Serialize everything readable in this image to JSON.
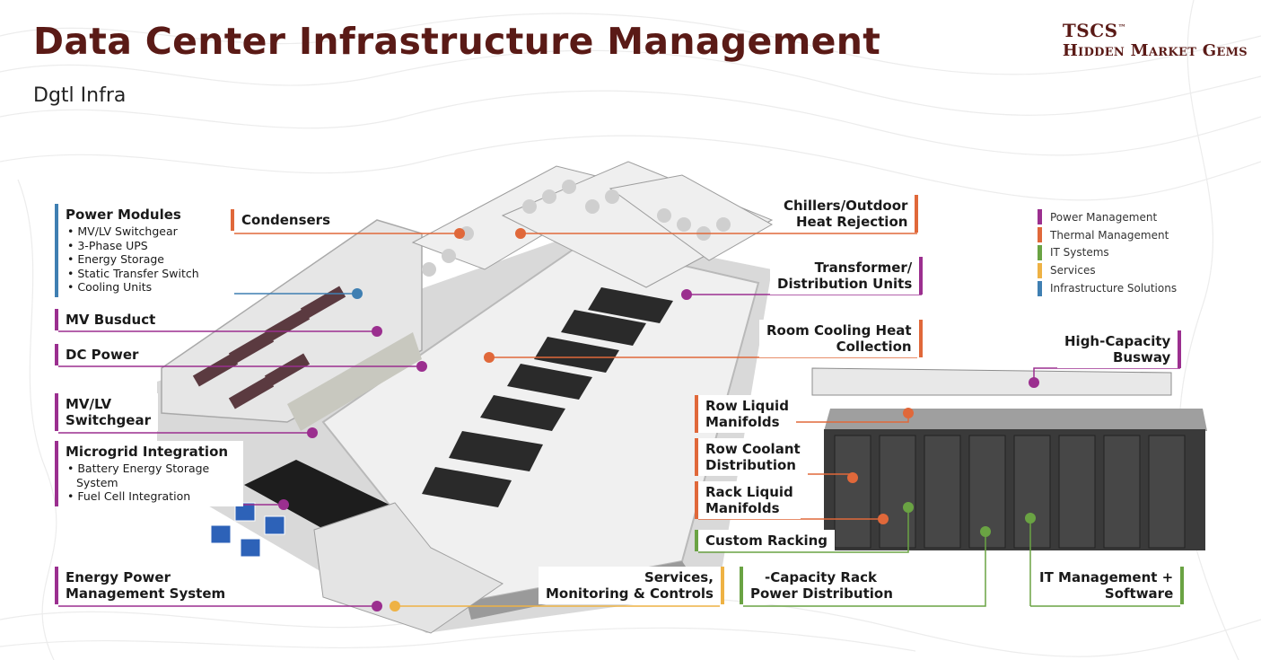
{
  "header": {
    "title": "Data Center Infrastructure Management",
    "subtitle": "Dgtl Infra",
    "brand_line1": "TSCS",
    "brand_tm": "™",
    "brand_line2": "Hidden Market Gems"
  },
  "colors": {
    "power": "#9b2f8f",
    "thermal": "#e0683a",
    "it": "#6aa343",
    "services": "#eeb244",
    "infra": "#3f7fb2",
    "title": "#5a1a16"
  },
  "legend": [
    {
      "label": "Power Management",
      "color": "#9b2f8f"
    },
    {
      "label": "Thermal Management",
      "color": "#e0683a"
    },
    {
      "label": "IT Systems",
      "color": "#6aa343"
    },
    {
      "label": "Services",
      "color": "#eeb244"
    },
    {
      "label": "Infrastructure Solutions",
      "color": "#3f7fb2"
    }
  ],
  "callouts": {
    "power_modules": {
      "title": "Power Modules",
      "items": [
        "MV/LV Switchgear",
        "3-Phase UPS",
        "Energy Storage",
        "Static Transfer Switch",
        "Cooling Units"
      ]
    },
    "mv_busduct": {
      "title": "MV Busduct"
    },
    "dc_power": {
      "title": "DC Power"
    },
    "mvlv_switchgear": {
      "line1": "MV/LV",
      "line2": "Switchgear"
    },
    "microgrid": {
      "title": "Microgrid Integration",
      "items": [
        "Battery Energy Storage",
        "System",
        "Fuel Cell Integration"
      ]
    },
    "energy_power": {
      "line1": "Energy Power",
      "line2": "Management System"
    },
    "condensers": {
      "title": "Condensers"
    },
    "chillers": {
      "line1": "Chillers/Outdoor",
      "line2": "Heat Rejection"
    },
    "transformer": {
      "line1": "Transformer/",
      "line2": "Distribution Units"
    },
    "room_cooling": {
      "line1": "Room Cooling Heat",
      "line2": "Collection"
    },
    "services": {
      "line1": "Services,",
      "line2": "Monitoring & Controls"
    },
    "row_liquid": {
      "line1": "Row Liquid",
      "line2": "Manifolds"
    },
    "row_coolant": {
      "line1": "Row Coolant",
      "line2": "Distribution"
    },
    "rack_liquid": {
      "line1": "Rack Liquid",
      "line2": "Manifolds"
    },
    "custom_racking": {
      "title": "Custom Racking"
    },
    "capacity_rack": {
      "line1": "-Capacity Rack",
      "line2": "Power Distribution"
    },
    "busway": {
      "line1": "High-Capacity",
      "line2": "Busway"
    },
    "it_management": {
      "line1": "IT Management +",
      "line2": "Software"
    }
  }
}
